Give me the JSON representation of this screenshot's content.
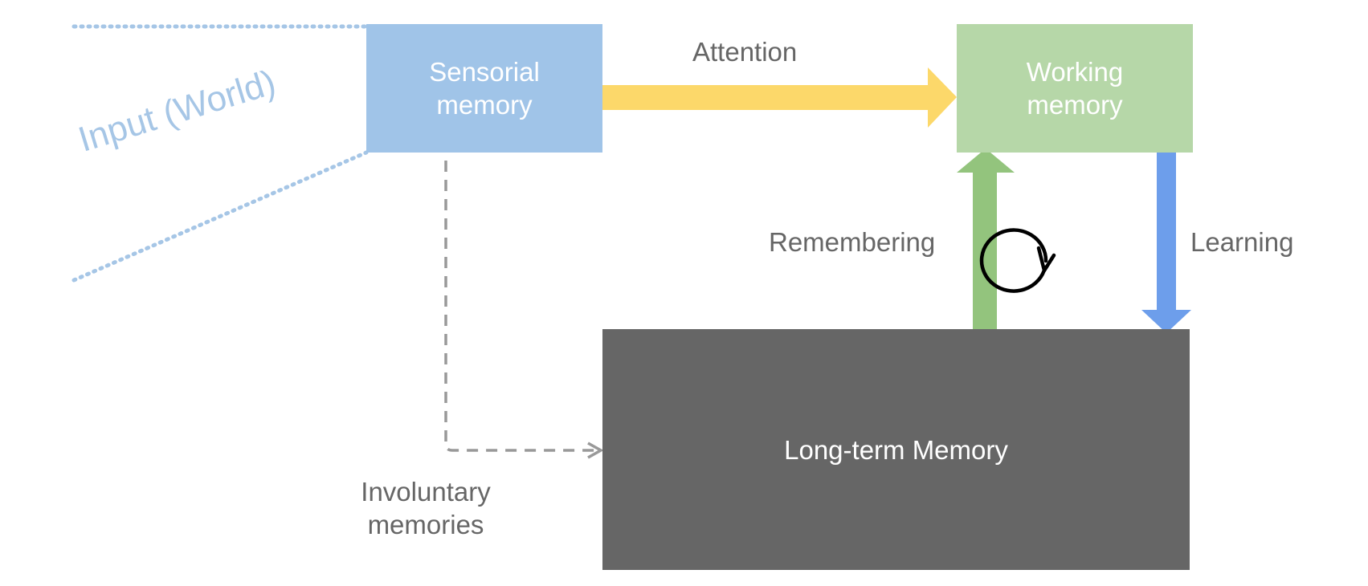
{
  "input_label": "Input (World)",
  "sensorial_memory": {
    "label": "Sensorial\nmemory"
  },
  "working_memory": {
    "label": "Working\nmemory"
  },
  "long_term_memory": {
    "label": "Long-term Memory"
  },
  "edges": {
    "attention": "Attention",
    "remembering": "Remembering",
    "learning": "Learning",
    "involuntary_memories": "Involuntary\nmemories"
  },
  "colors": {
    "sensorial": "#a0c4e8",
    "working": "#b6d7a8",
    "long_term": "#666666",
    "attention_arrow": "#fcd86a",
    "remembering_arrow": "#93c47d",
    "learning_arrow": "#6d9eeb",
    "input_lines": "#a6c6e6",
    "involuntary_arrow": "#999999"
  },
  "icons": {
    "cycle": "rotate-arrow-icon"
  }
}
